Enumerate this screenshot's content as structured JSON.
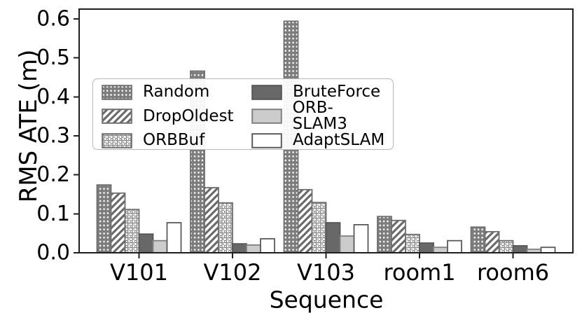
{
  "figure": {
    "ylabel": "RMS ATE (m)",
    "xlabel": "Sequence"
  },
  "chart_data": {
    "type": "bar",
    "title": "",
    "xlabel": "Sequence",
    "ylabel": "RMS ATE (m)",
    "categories": [
      "V101",
      "V102",
      "V103",
      "room1",
      "room6"
    ],
    "series": [
      {
        "name": "Random",
        "pattern": "grid-dots",
        "fill": "#7c7c7c",
        "edge": "#6f6f6f",
        "values": [
          0.174,
          0.466,
          0.594,
          0.093,
          0.066
        ]
      },
      {
        "name": "DropOldest",
        "pattern": "diagonal-stripes",
        "fill": "#ffffff",
        "edge": "#6f6f6f",
        "values": [
          0.153,
          0.167,
          0.162,
          0.083,
          0.054
        ]
      },
      {
        "name": "ORBBuf",
        "pattern": "dots",
        "fill": "#ffffff",
        "edge": "#6f6f6f",
        "values": [
          0.111,
          0.128,
          0.129,
          0.047,
          0.031
        ]
      },
      {
        "name": "BruteForce",
        "pattern": "solid",
        "fill": "#686868",
        "edge": "#555555",
        "values": [
          0.048,
          0.023,
          0.077,
          0.025,
          0.018
        ]
      },
      {
        "name": "ORB-SLAM3",
        "pattern": "solid",
        "fill": "#cccccc",
        "edge": "#808080",
        "values": [
          0.031,
          0.02,
          0.043,
          0.014,
          0.009
        ]
      },
      {
        "name": "AdaptSLAM",
        "pattern": "solid",
        "fill": "#ffffff",
        "edge": "#5a5a5a",
        "values": [
          0.077,
          0.036,
          0.072,
          0.031,
          0.014
        ]
      }
    ],
    "yticks": [
      "0.0",
      "0.1",
      "0.2",
      "0.3",
      "0.4",
      "0.5",
      "0.6"
    ],
    "ytick_step": 0.1,
    "ylim": [
      0,
      0.625
    ],
    "grid": false,
    "legend_position": "upper-left-inside",
    "legend_columns": 2,
    "axis_color": "#1f1f1f"
  }
}
